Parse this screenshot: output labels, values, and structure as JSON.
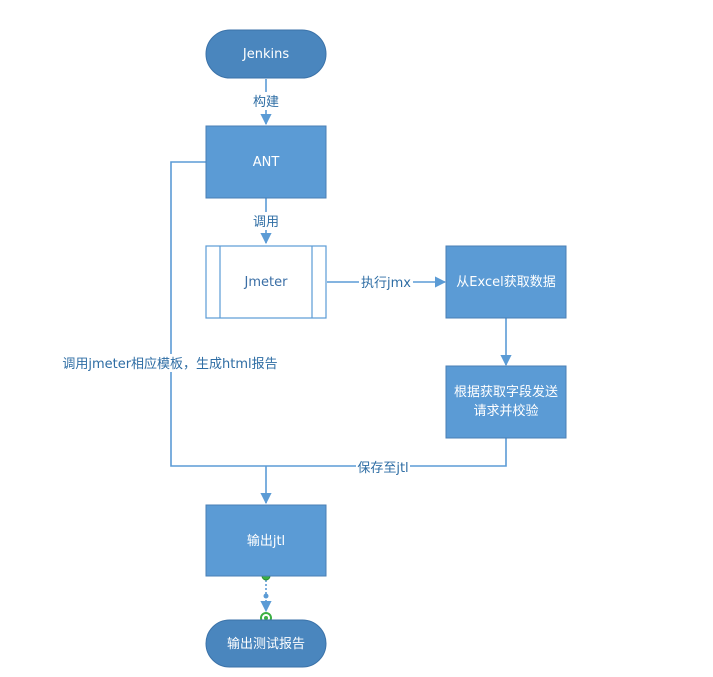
{
  "colors": {
    "node_fill": "#5b9bd5",
    "terminal_fill": "#4a86be",
    "node_stroke": "#4a7fb5",
    "edge": "#5b9bd5",
    "label_text": "#2e6da4",
    "handle_green": "#3cb043"
  },
  "nodes": {
    "jenkins": {
      "label": "Jenkins",
      "shape": "terminal"
    },
    "ant": {
      "label": "ANT",
      "shape": "process"
    },
    "jmeter": {
      "label": "Jmeter",
      "shape": "predefined-process"
    },
    "excel": {
      "label": "从Excel获取数据",
      "shape": "process"
    },
    "validate": {
      "label_line1": "根据获取字段发送",
      "label_line2": "请求并校验",
      "shape": "process"
    },
    "output_jtl": {
      "label": "输出jtl",
      "shape": "process"
    },
    "report": {
      "label": "输出测试报告",
      "shape": "terminal"
    }
  },
  "edges": {
    "build": "构建",
    "invoke": "调用",
    "exec_jmx": "执行jmx",
    "gen_html": "调用jmeter相应模板，生成html报告",
    "save_jtl": "保存至jtl"
  }
}
